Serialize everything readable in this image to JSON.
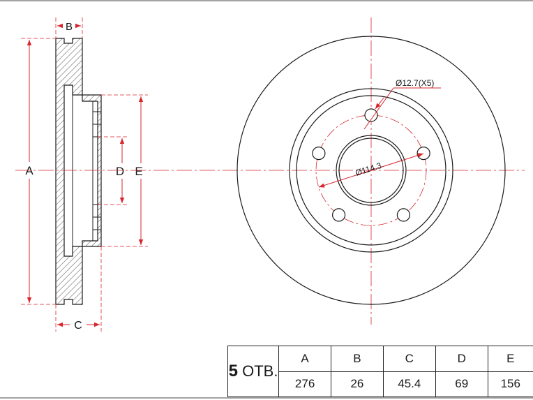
{
  "side_view": {
    "dimensions": {
      "a": "A",
      "b": "B",
      "c": "C",
      "d": "D",
      "e": "E"
    }
  },
  "front_view": {
    "bolt_hole_label": "Ø12.7(X5)",
    "pcd_label": "Ø114.3"
  },
  "spec_table": {
    "holes_count": "5",
    "holes_unit": "ОТВ.",
    "headers": [
      "A",
      "B",
      "C",
      "D",
      "E"
    ],
    "values": [
      "276",
      "26",
      "45.4",
      "69",
      "156"
    ]
  },
  "colors": {
    "line": "#1a1a1a",
    "dimension": "#d7262e"
  }
}
